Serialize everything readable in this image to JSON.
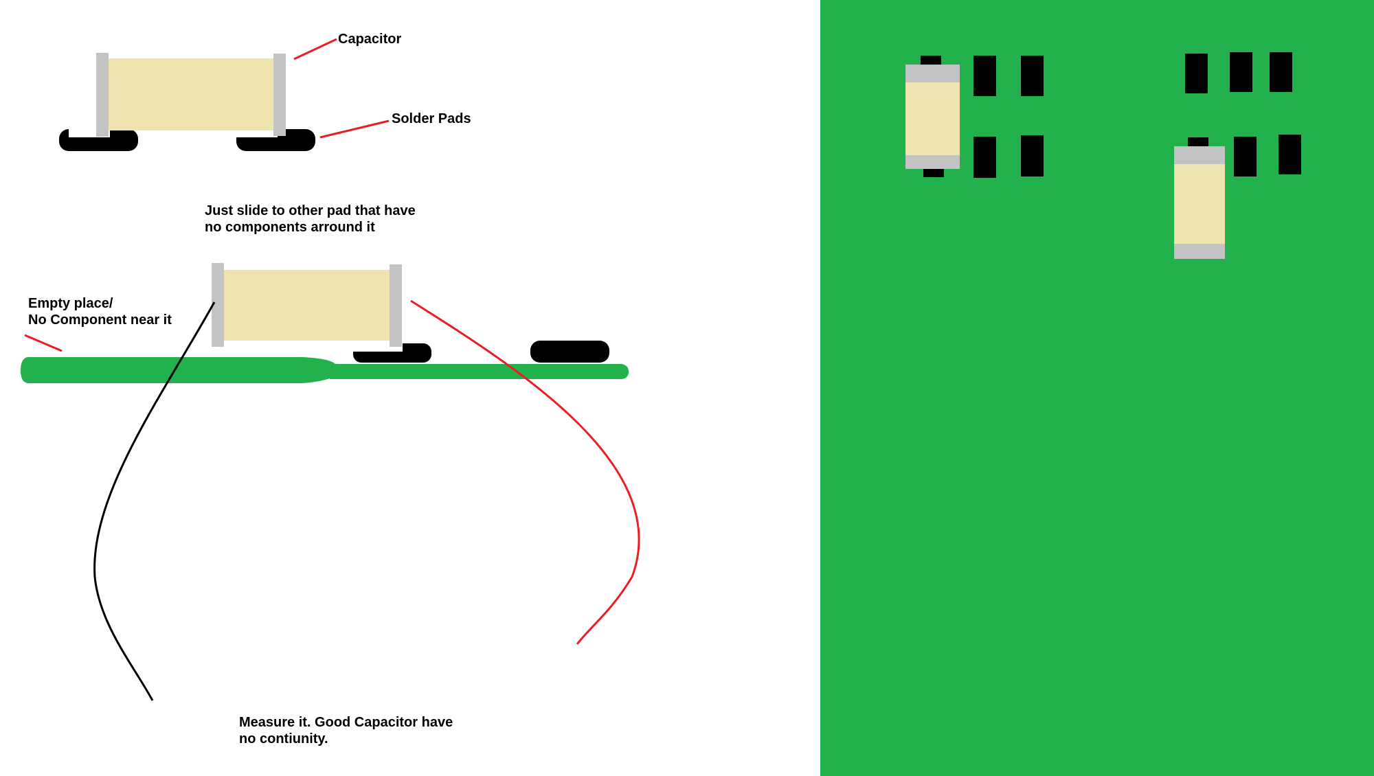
{
  "labels": {
    "capacitor": "Capacitor",
    "solder_pads": "Solder Pads",
    "slide_line1": "Just slide to other pad that have",
    "slide_line2": "no components arround it",
    "empty_line1": "Empty place/",
    "empty_line2": "No Component near it",
    "measure_line1": "Measure it. Good Capacitor have",
    "measure_line2": "no contiunity."
  },
  "colors": {
    "background": "#ffffff",
    "pcb_green": "#23b14d",
    "capacitor_body": "#efe4b0",
    "capacitor_terminal": "#c3c3c3",
    "solder_pad": "#000000",
    "probe_red": "#ed1c24",
    "probe_black": "#000000",
    "pointer_line": "#ed1c24"
  },
  "icons": [
    "capacitor-icon",
    "solder-pad-icon",
    "test-probe-red",
    "test-probe-black",
    "pcb-board"
  ]
}
